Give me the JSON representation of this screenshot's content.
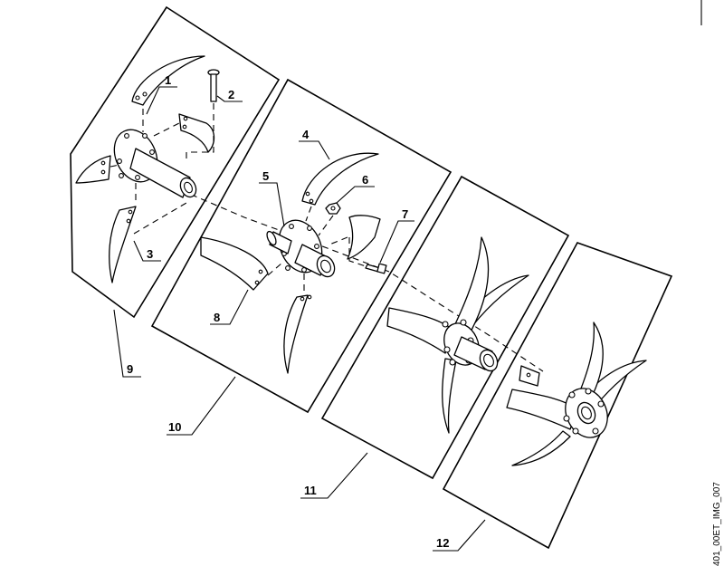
{
  "diagram": {
    "callouts": {
      "c1": "1",
      "c2": "2",
      "c3": "3",
      "c4": "4",
      "c5": "5",
      "c6": "6",
      "c7": "7",
      "c8": "8",
      "c9": "9",
      "c10": "10",
      "c11": "11",
      "c12": "12"
    },
    "image_code": "401_00ET_IMG_007"
  }
}
